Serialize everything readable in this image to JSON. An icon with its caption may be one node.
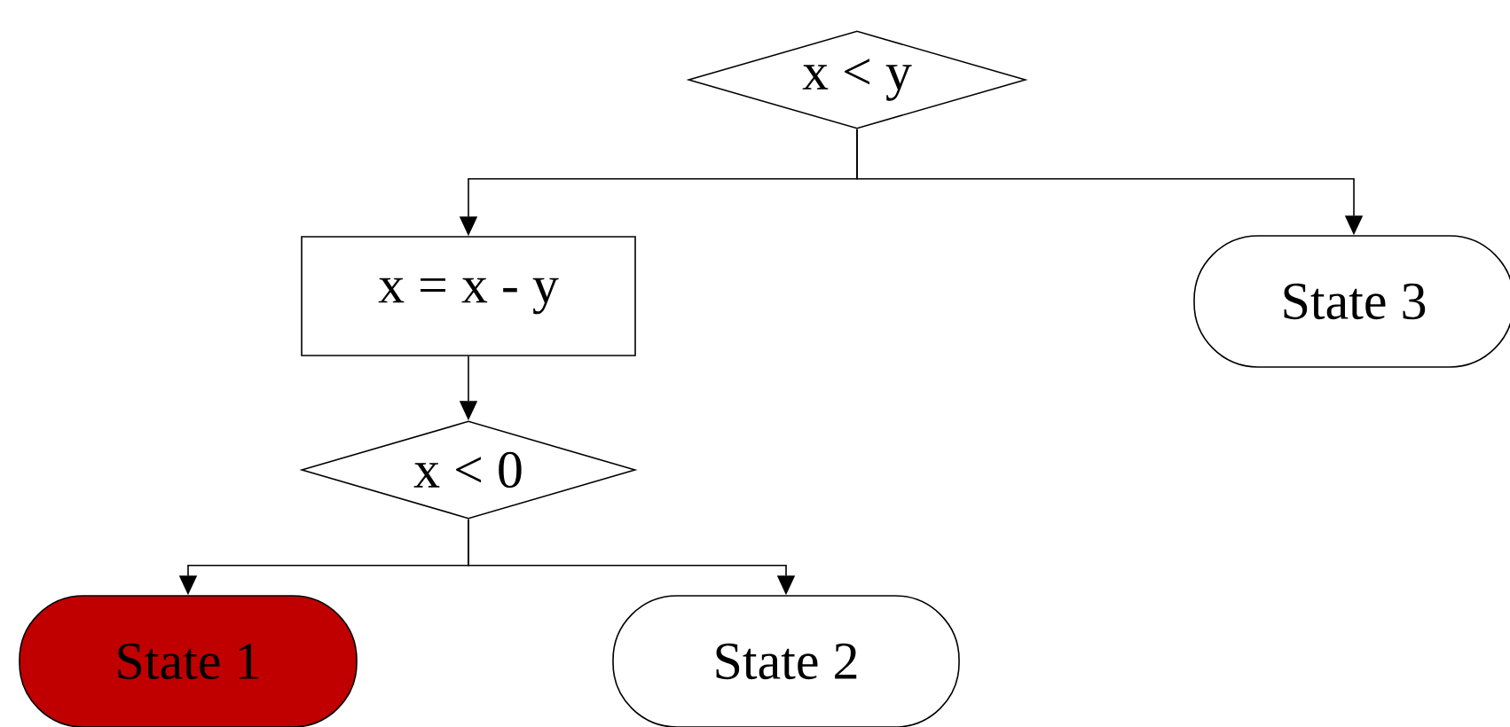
{
  "diagram": {
    "nodes": [
      {
        "text": [
          "x < y"
        ]
      },
      {
        "text": [
          "x = x - y"
        ]
      },
      {
        "text": [
          "State 3"
        ]
      },
      {
        "text": [
          "x < 0"
        ]
      },
      {
        "text": [
          "State 1"
        ]
      },
      {
        "text": [
          "State 2"
        ]
      }
    ],
    "edges": [
      {
        "from": 0,
        "to": 1,
        "arrow": "to"
      },
      {
        "from": 0,
        "to": 2,
        "arrow": "to"
      },
      {
        "from": 1,
        "to": 3,
        "arrow": "to"
      },
      {
        "from": 3,
        "to": 4,
        "arrow": "to"
      },
      {
        "from": 3,
        "to": 5,
        "arrow": "to"
      }
    ]
  }
}
